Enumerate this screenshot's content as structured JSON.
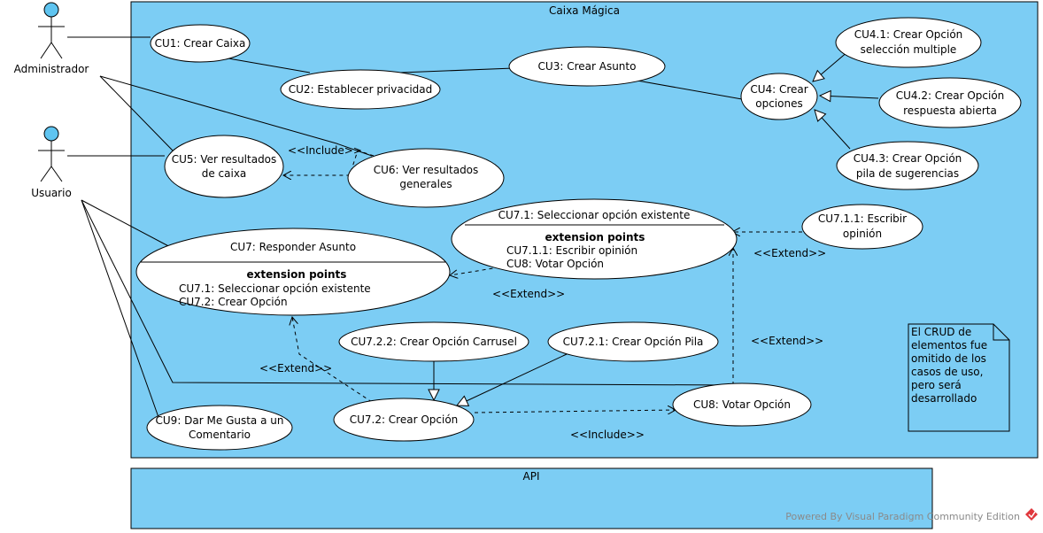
{
  "systems": {
    "main": "Caixa Mágica",
    "api": "API"
  },
  "actors": {
    "admin": "Administrador",
    "user": "Usuario"
  },
  "use_cases": {
    "cu1": "CU1: Crear Caixa",
    "cu2": "CU2: Establecer privacidad",
    "cu3": "CU3: Crear Asunto",
    "cu4": [
      "CU4: Crear",
      "opciones"
    ],
    "cu41": [
      "CU4.1: Crear Opción",
      "selección multiple"
    ],
    "cu42": [
      "CU4.2: Crear Opción",
      "respuesta abierta"
    ],
    "cu43": [
      "CU4.3: Crear Opción",
      "pila de sugerencias"
    ],
    "cu5": [
      "CU5: Ver resultados",
      "de caixa"
    ],
    "cu6": [
      "CU6: Ver resultados",
      "generales"
    ],
    "cu7": {
      "title": "CU7: Responder Asunto",
      "ext_title": "extension points",
      "ext_points": [
        "CU7.1: Seleccionar opción existente",
        "CU7.2: Crear Opción"
      ]
    },
    "cu71": {
      "title": "CU7.1: Seleccionar opción existente",
      "ext_title": "extension points",
      "ext_points": [
        "CU7.1.1: Escribir opinión",
        "CU8: Votar Opción"
      ]
    },
    "cu711": [
      "CU7.1.1: Escribir",
      "opinión"
    ],
    "cu72": "CU7.2: Crear Opción",
    "cu721": "CU7.2.1: Crear Opción Pila",
    "cu722": "CU7.2.2: Crear Opción Carrusel",
    "cu8": "CU8: Votar Opción",
    "cu9": [
      "CU9: Dar Me Gusta a un",
      "Comentario"
    ]
  },
  "relations": {
    "include_cu5_cu6": "<<Include>>",
    "extend_cu711": "<<Extend>>",
    "extend_cu71": "<<Extend>>",
    "extend_cu8": "<<Extend>>",
    "extend_cu72": "<<Extend>>",
    "include_cu72_cu8": "<<Include>>"
  },
  "note": [
    "El CRUD de",
    "elementos fue",
    "omitido de los",
    "casos de uso,",
    "pero será",
    "desarrollado"
  ],
  "watermark": "Powered By Visual Paradigm Community Edition",
  "colors": {
    "system_fill": "#7ccdf4",
    "actor_head": "#5fc4f0",
    "use_case_fill": "#ffffff",
    "logo": "#e0373c"
  }
}
